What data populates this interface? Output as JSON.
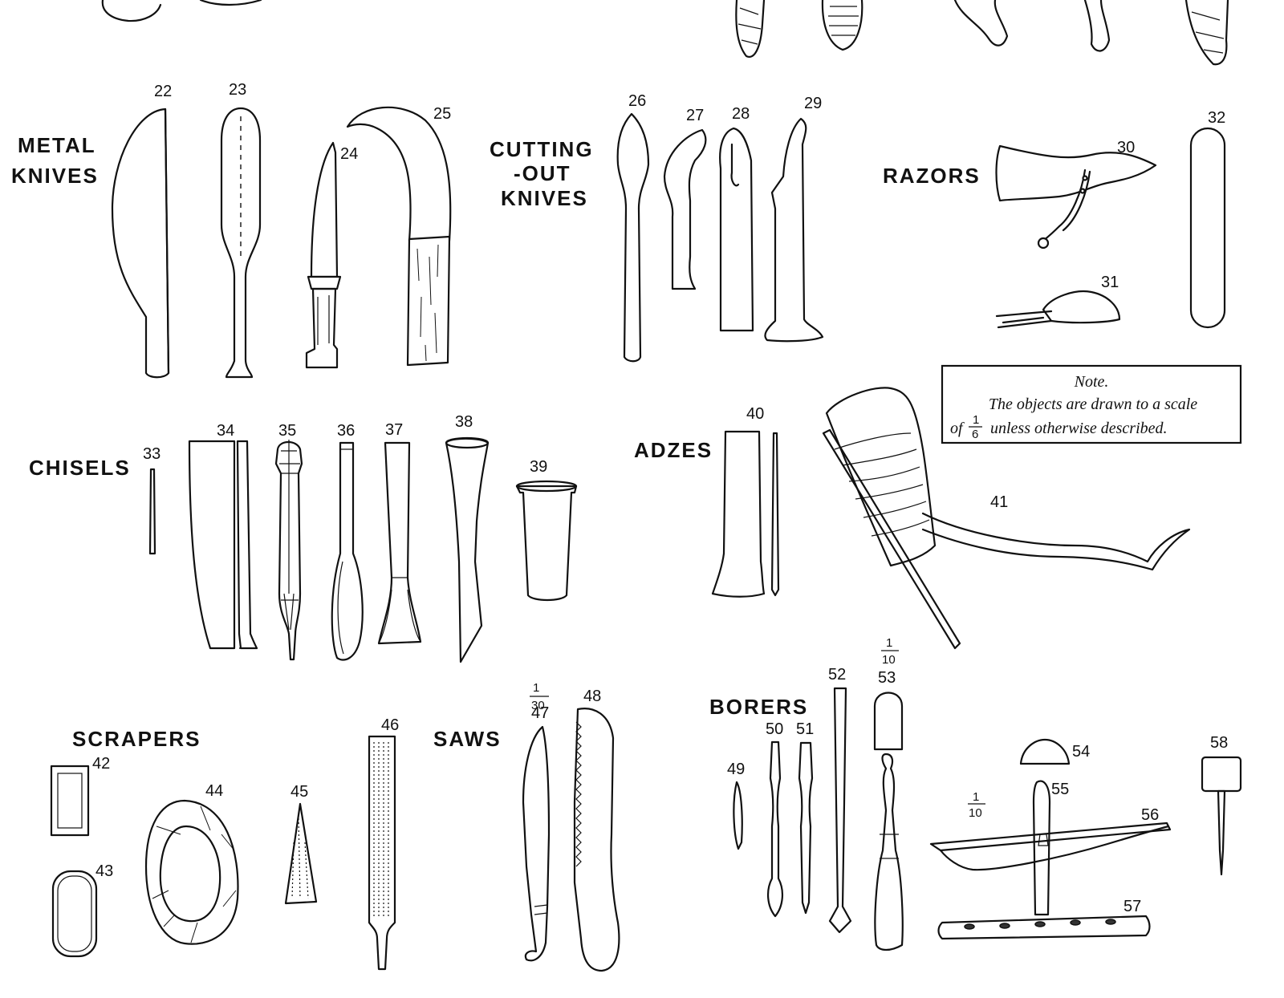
{
  "plate": {
    "groups": {
      "metal_knives": [
        "METAL",
        "KNIVES"
      ],
      "cutting_out_knives": [
        "CUTTING",
        "-OUT",
        "KNIVES"
      ],
      "razors": "RAZORS",
      "chisels": "CHISELS",
      "adzes": "ADZES",
      "scrapers": "SCRAPERS",
      "saws": "SAWS",
      "borers": "BORERS"
    },
    "numbers": {
      "n22": "22",
      "n23": "23",
      "n24": "24",
      "n25": "25",
      "n26": "26",
      "n27": "27",
      "n28": "28",
      "n29": "29",
      "n30": "30",
      "n31": "31",
      "n32": "32",
      "n33": "33",
      "n34": "34",
      "n35": "35",
      "n36": "36",
      "n37": "37",
      "n38": "38",
      "n39": "39",
      "n40": "40",
      "n41": "41",
      "n42": "42",
      "n43": "43",
      "n44": "44",
      "n45": "45",
      "n46": "46",
      "n47": "47",
      "n48": "48",
      "n49": "49",
      "n50": "50",
      "n51": "51",
      "n52": "52",
      "n53": "53",
      "n54": "54",
      "n55": "55",
      "n56": "56",
      "n57": "57",
      "n58": "58"
    },
    "scales": {
      "saw_47": {
        "num": "1",
        "den": "30"
      },
      "borer_53": {
        "num": "1",
        "den": "10"
      },
      "borer_55": {
        "num": "1",
        "den": "10"
      }
    },
    "note": {
      "title": "Note.",
      "line1": "The objects are drawn to a scale",
      "line2_prefix": "of",
      "fraction_num": "1",
      "fraction_den": "6",
      "line2_suffix": "unless otherwise described."
    }
  }
}
